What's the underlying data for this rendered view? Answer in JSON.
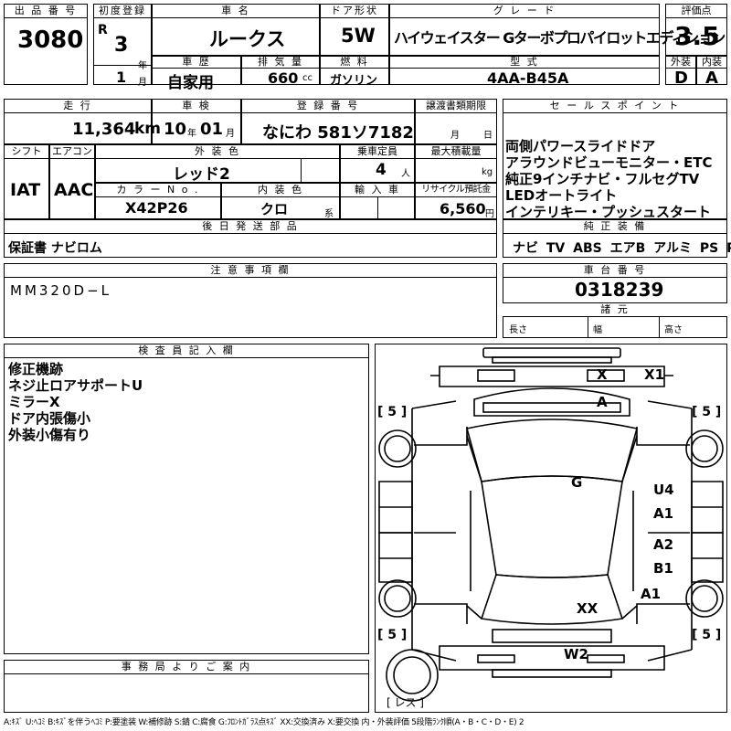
{
  "top": {
    "h_lot": "出 品 番 号",
    "lot": "3080",
    "h_first_reg": "初度登録",
    "era": "R",
    "year": "3",
    "year_unit": "年",
    "month": "1",
    "month_unit": "月",
    "h_car_name": "車 名",
    "car_name": "ルークス",
    "h_door": "ドア形状",
    "door": "5W",
    "h_grade": "グ レ ー ド",
    "grade": "ハイウェイスター Gターボプロパイロットエディション",
    "h_score": "評価点",
    "score": "3.5",
    "h_history": "車 歴",
    "history": "自家用",
    "h_displacement": "排 気 量",
    "displacement": "660",
    "displacement_unit": "cc",
    "h_fuel": "燃 料",
    "fuel": "ガソリン",
    "h_model": "型 式",
    "model": "4AA-B45A",
    "h_ext": "外装",
    "ext": "D",
    "h_int": "内装",
    "int": "A"
  },
  "row2": {
    "h_mileage": "走 行",
    "mileage": "11,364",
    "mileage_unit": "km",
    "h_inspection": "車 検",
    "insp_year": "10",
    "insp_year_unit": "年",
    "insp_month": "01",
    "insp_month_unit": "月",
    "h_plate": "登 録 番 号",
    "plate": "なにわ 581ソ7182",
    "h_transfer": "譲渡書類期限",
    "transfer_month": "月",
    "transfer_day": "日",
    "h_sales_points": "セ ー ル ス ポ イ ン ト",
    "sales_points": [
      "両側パワースライドドア",
      "アラウンドビューモニター・ETC",
      "純正9インチナビ・フルセグTV",
      "LEDオートライト",
      "インテリキー・プッシュスタート"
    ]
  },
  "row3": {
    "h_shift": "シフト",
    "shift": "IAT",
    "h_ac": "エアコン",
    "ac": "AAC",
    "h_color": "外 装 色",
    "color": "レッド2",
    "h_capacity": "乗車定員",
    "capacity": "4",
    "capacity_unit": "人",
    "h_load": "最大積載量",
    "load_unit": "kg",
    "h_color_no": "カ ラ ー N o .",
    "color_no": "X42P26",
    "h_interior": "内 装 色",
    "interior": "クロ",
    "interior_unit": "系",
    "h_import": "輸 入 車",
    "h_recycle": "リサイクル預託金",
    "recycle": "6,560",
    "recycle_unit": "円",
    "h_later": "後 日 発 送 部 品",
    "later": "保証書 ナビロム",
    "h_equipment": "純 正 装 備",
    "equipment": "ナビ TV ABS エアB アルミ PS PW"
  },
  "row4": {
    "h_notes": "注 意 事 項 欄",
    "notes": "MM320D−L",
    "h_chassis": "車 台 番 号",
    "chassis": "0318239",
    "h_dims": "諸 元",
    "length_label": "長さ",
    "width_label": "幅",
    "height_label": "高さ"
  },
  "inspector": {
    "h_title": "検 査 員 記 入 欄",
    "lines": [
      "修正機跡",
      "ネジ止ロアサポートU",
      "ミラーX",
      "ドア内張傷小",
      "外装小傷有り"
    ]
  },
  "diagram": {
    "marks": [
      "X",
      "X1",
      "A",
      "G",
      "U4",
      "A1",
      "A2",
      "B1",
      "A1",
      "XX",
      "W2"
    ],
    "tire_labels": [
      "[ 5 ]",
      "[ 5 ]",
      "[ 5 ]",
      "[ 5 ]"
    ],
    "spare": "[ レス ]"
  },
  "office": {
    "h_title": "事 務 局 よ り ご 案 内"
  },
  "legend": "A:ｷｽﾞ U:ﾍｺﾐ B:ｷｽﾞを伴うﾍｺﾐ P:要塗装 W:補修跡 S:錆 C:腐食 G:ﾌﾛﾝﾄｶﾞﾗｽ点ｷｽﾞ XX:交換済み X:要交換 内・外装評価 5段階ﾗﾝｸ順(A・B・C・D・E) 2"
}
